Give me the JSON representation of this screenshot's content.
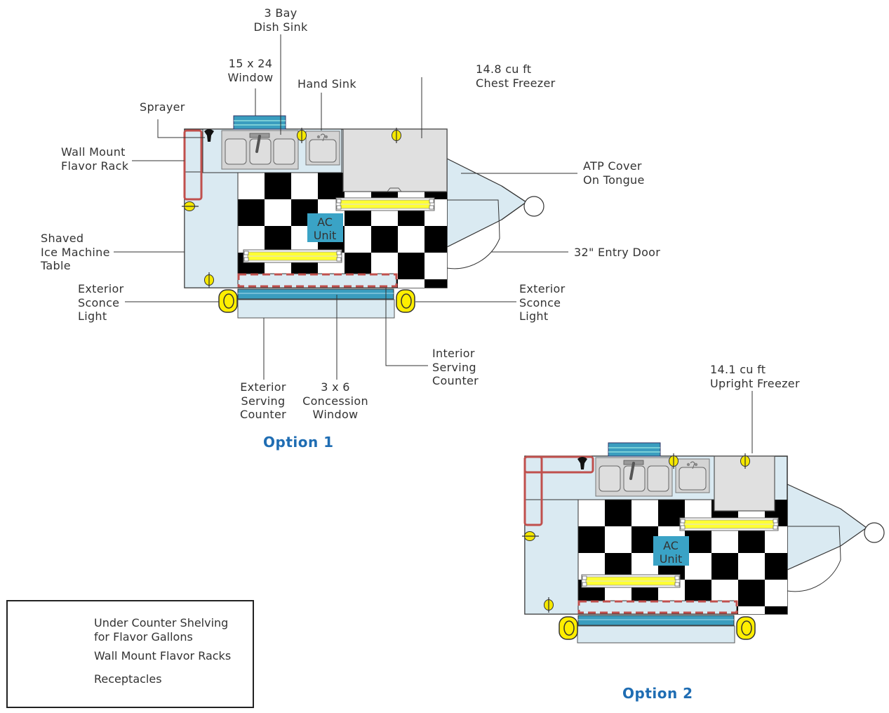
{
  "option1": {
    "title": "Option 1",
    "labels": {
      "dish_sink": "3 Bay\nDish Sink",
      "window": "15 x 24\nWindow",
      "hand_sink": "Hand Sink",
      "sprayer": "Sprayer",
      "chest_freezer": "14.8 cu ft\nChest Freezer",
      "wall_mount_rack": "Wall Mount\nFlavor Rack",
      "atp_cover": "ATP Cover\nOn Tongue",
      "shaved_ice": "Shaved\nIce Machine\nTable",
      "entry_door": "32\" Entry Door",
      "sconce_left": "Exterior\nSconce\nLight",
      "sconce_right": "Exterior\nSconce\nLight",
      "interior_counter": "Interior\nServing\nCounter",
      "exterior_counter": "Exterior\nServing\nCounter",
      "concession_window": "3 x 6\nConcession\nWindow",
      "ac_unit": "AC\nUnit"
    }
  },
  "option2": {
    "title": "Option 2",
    "labels": {
      "upright_freezer": "14.1 cu ft\nUpright Freezer",
      "ac_unit": "AC\nUnit"
    }
  },
  "legend": {
    "items": [
      {
        "icon": "dashed-rect",
        "label": "Under Counter Shelving\nfor Flavor Gallons"
      },
      {
        "icon": "solid-rect",
        "label": "Wall Mount Flavor Racks"
      },
      {
        "icon": "receptacle",
        "label": "Receptacles"
      }
    ]
  },
  "colors": {
    "counter": "#daeaf2",
    "window": "#3a9dbf",
    "ac": "#3aa3c6",
    "rack": "#c0504d",
    "light_bar": "#ffff33",
    "receptacle": "#f5e800",
    "label_text": "#333333",
    "option_title": "#1f6db3",
    "sink": "#d4d4d4"
  }
}
